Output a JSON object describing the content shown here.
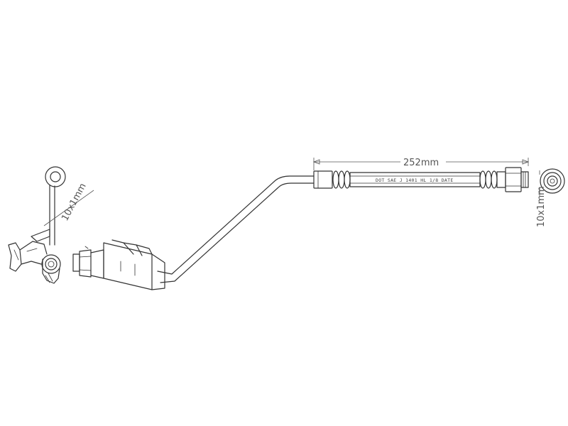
{
  "dimensions": {
    "hose_length": "252mm",
    "thread_left": "10x1mm",
    "thread_right": "10x1mm"
  },
  "hose_marking": "DOT SAE J 1401 HL 1/8 DATE",
  "colors": {
    "line": "#333333",
    "dimension": "#555555",
    "background": "#ffffff"
  }
}
